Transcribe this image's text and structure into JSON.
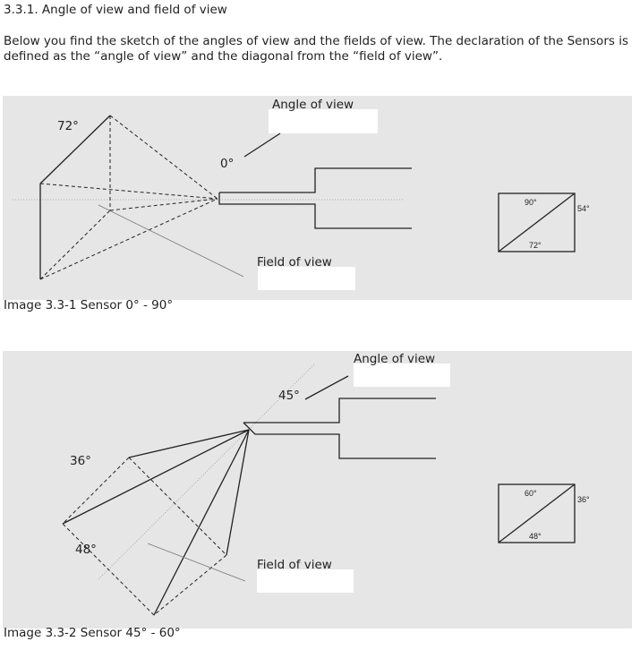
{
  "heading": "3.3.1. Angle of view and field of view",
  "paragraph": "Below you find the sketch of the angles of view and the fields of view. The declaration of the Sensors is defined as the “angle of view” and the diagonal from the “field of view”.",
  "figure1": {
    "angle_label": "Angle of view",
    "field_label": "Field of view",
    "mount_angle": "0°",
    "cone_angle": "72°",
    "box": {
      "top": "90°",
      "side": "54°",
      "bottom": "72°"
    },
    "caption": "Image 3.3-1 Sensor 0° - 90°"
  },
  "figure2": {
    "angle_label": "Angle of view",
    "field_label": "Field of view",
    "mount_angle": "45°",
    "cone_angle_a": "36°",
    "cone_angle_b": "48°",
    "box": {
      "top": "60°",
      "side": "36°",
      "bottom": "48°"
    },
    "caption": "Image 3.3-2 Sensor 45° - 60°"
  }
}
